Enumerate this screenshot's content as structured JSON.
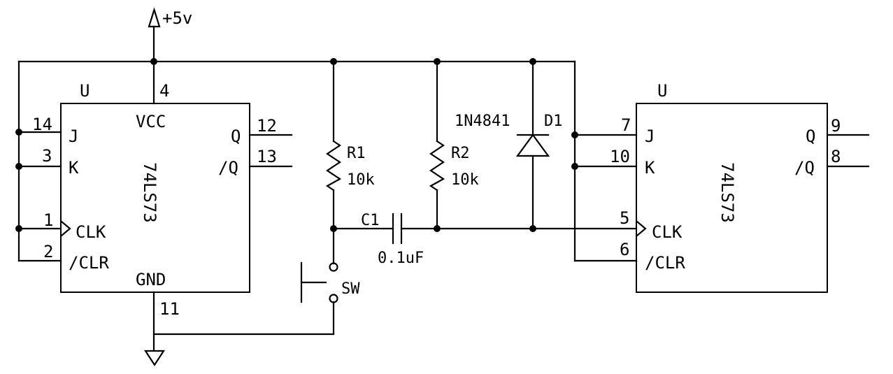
{
  "power": {
    "label": "+5v"
  },
  "ic1": {
    "ref": "U",
    "part": "74LS73",
    "vcc_label": "VCC",
    "gnd_label": "GND",
    "pins": {
      "vcc": "4",
      "j": "14",
      "k": "3",
      "clk": "1",
      "clr": "2",
      "q": "12",
      "qbar": "13",
      "gnd": "11"
    },
    "labels": {
      "j": "J",
      "k": "K",
      "clk": "CLK",
      "clr": "/CLR",
      "q": "Q",
      "qbar": "/Q"
    }
  },
  "ic2": {
    "ref": "U",
    "part": "74LS73",
    "pins": {
      "j": "7",
      "k": "10",
      "clk": "5",
      "clr": "6",
      "q": "9",
      "qbar": "8"
    },
    "labels": {
      "j": "J",
      "k": "K",
      "clk": "CLK",
      "clr": "/CLR",
      "q": "Q",
      "qbar": "/Q"
    }
  },
  "r1": {
    "ref": "R1",
    "value": "10k"
  },
  "r2": {
    "ref": "R2",
    "value": "10k"
  },
  "c1": {
    "ref": "C1",
    "value": "0.1uF"
  },
  "d1": {
    "ref": "D1",
    "part": "1N4841"
  },
  "sw": {
    "ref": "SW"
  }
}
